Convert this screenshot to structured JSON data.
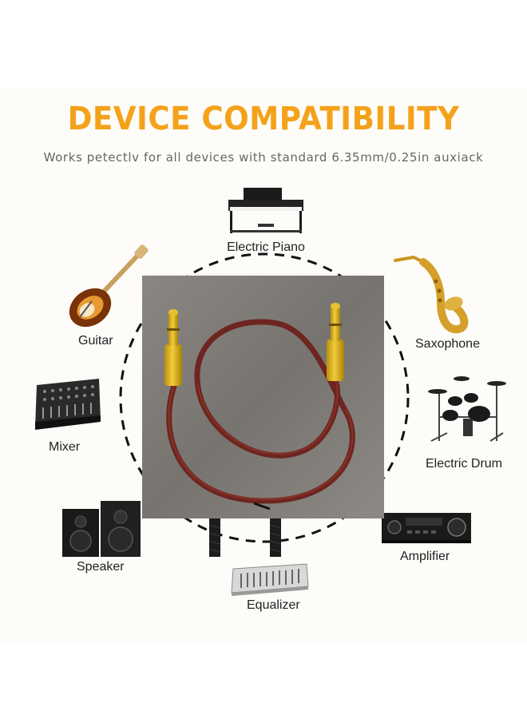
{
  "header": {
    "title": "DEVICE COMPATIBILITY",
    "subtitle": "Works petectlv for all devices with standard 6.35mm/0.25in auxiack"
  },
  "devices": [
    {
      "label": "Electric Piano",
      "icon": "electric-piano-icon"
    },
    {
      "label": "Saxophone",
      "icon": "saxophone-icon"
    },
    {
      "label": "Electric Drum",
      "icon": "electric-drum-icon"
    },
    {
      "label": "Amplifier",
      "icon": "amplifier-icon"
    },
    {
      "label": "Equalizer",
      "icon": "equalizer-icon"
    },
    {
      "label": "Speaker",
      "icon": "speaker-icon"
    },
    {
      "label": "Mixer",
      "icon": "mixer-icon"
    },
    {
      "label": "Guitar",
      "icon": "guitar-icon"
    }
  ],
  "product": {
    "icon": "audio-cable-photo"
  },
  "colors": {
    "title": "#f4a21a",
    "subtitle": "#666666",
    "label": "#222222",
    "cable": "#7a2a22",
    "plug": "#e5b820"
  }
}
